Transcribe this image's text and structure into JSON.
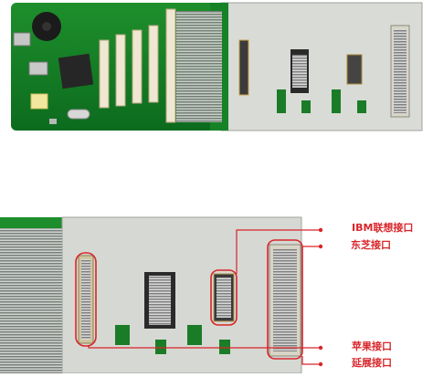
{
  "image": {
    "description_source": "photo of a PCB test/adapter board with connectors",
    "accent_color": "#d8262a"
  },
  "callouts": {
    "ibm": "IBM联想接口",
    "toshiba": "东芝接口",
    "apple": "苹果接口",
    "extension": "延展接口"
  }
}
